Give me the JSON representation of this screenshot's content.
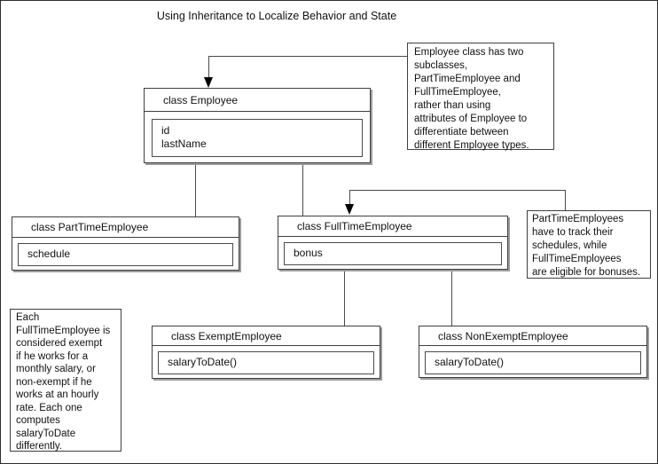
{
  "title": "Using Inheritance to Localize Behavior and State",
  "classes": {
    "employee": {
      "name": "class Employee",
      "attributes": "id\nlastName"
    },
    "partTime": {
      "name": "class PartTimeEmployee",
      "attributes": "schedule"
    },
    "fullTime": {
      "name": "class FullTimeEmployee",
      "attributes": "bonus"
    },
    "exempt": {
      "name": "class ExemptEmployee",
      "attributes": "salaryToDate()"
    },
    "nonExempt": {
      "name": "class NonExemptEmployee",
      "attributes": "salaryToDate()"
    }
  },
  "notes": {
    "subclasses": "Employee class has two\nsubclasses,\nPartTimeEmployee and\nFullTimeEmployee,\nrather than using\nattributes of Employee to\ndifferentiate between\ndifferent Employee types.",
    "schedules": "PartTimeEmployees\nhave to track their\nschedules, while\nFullTimeEmployees\nare eligible for bonuses.",
    "exemptRule": "Each\nFullTimeEmployee is\nconsidered exempt\nif he works for a\nmonthly salary, or\nnon-exempt if he\nworks at an hourly\nrate. Each one\ncomputes\nsalaryToDate\ndifferently."
  },
  "colors": {
    "line": "#4a4a4a",
    "arrowhead": "#000000",
    "background": "#ffffff",
    "text": "#111111"
  }
}
